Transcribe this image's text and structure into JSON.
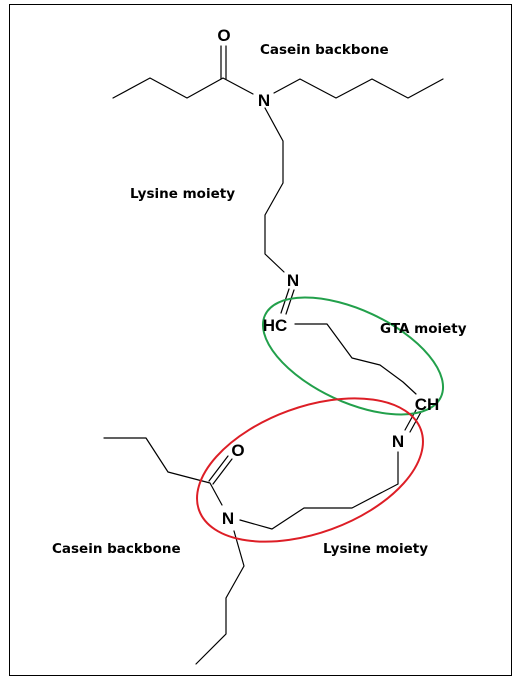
{
  "atoms": {
    "top_carbonyl_oxygen": "O",
    "top_amide_nitrogen": "N",
    "imine_nitrogen_top": "N",
    "imine_carbon_top": "HC",
    "imine_carbon_bottom": "CH",
    "imine_nitrogen_bottom": "N",
    "bottom_carbonyl_oxygen": "O",
    "bottom_amide_nitrogen": "N"
  },
  "labels": {
    "casein_backbone_top": "Casein backbone",
    "lysine_moiety_top": "Lysine moiety",
    "gta_moiety": "GTA moiety",
    "casein_backbone_bottom": "Casein backbone",
    "lysine_moiety_bottom": "Lysine moiety"
  },
  "highlights": {
    "gta_ring_color": "#22A04B",
    "lysine_ring_color": "#DD1E26"
  }
}
